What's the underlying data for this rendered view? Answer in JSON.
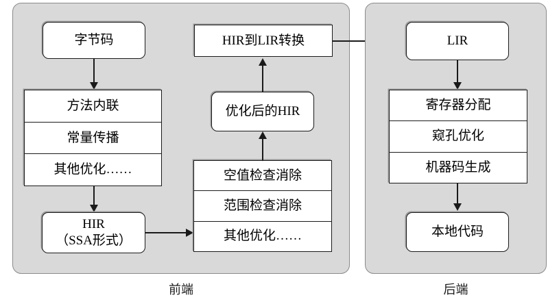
{
  "diagram": {
    "panels": [
      {
        "id": "frontend",
        "caption": "前端"
      },
      {
        "id": "backend",
        "caption": "后端"
      }
    ],
    "frontend": {
      "bytecode": "字节码",
      "hir_opts": [
        "方法内联",
        "常量传播",
        "其他优化……"
      ],
      "hir": {
        "line1": "HIR",
        "line2": "（SSA形式）"
      },
      "hir_opts2": [
        "空值检查消除",
        "范围检查消除",
        "其他优化……"
      ],
      "optimized_hir": "优化后的HIR",
      "hir_to_lir": "HIR到LIR转换"
    },
    "backend": {
      "lir": "LIR",
      "lir_stages": [
        "寄存器分配",
        "窥孔优化",
        "机器码生成"
      ],
      "native_code": "本地代码"
    }
  },
  "colors": {
    "panel_fill": "#d9d9d9",
    "panel_stroke": "#8a8a8a",
    "box_fill": "#ffffff",
    "box_stroke": "#1a1a1a",
    "box_shadow": "#9a9a9a",
    "text": "#000000",
    "connector": "#1a1a1a"
  }
}
